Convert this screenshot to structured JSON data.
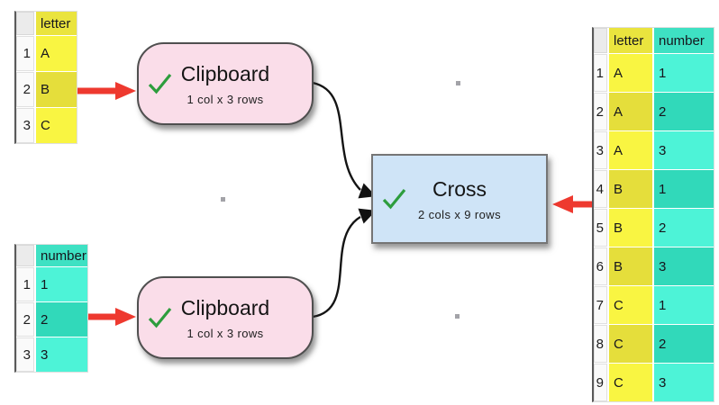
{
  "tables": {
    "letter_input": {
      "headers": [
        "letter"
      ],
      "row_numbers": [
        "1",
        "2",
        "3"
      ],
      "rows": [
        [
          "A"
        ],
        [
          "B"
        ],
        [
          "C"
        ]
      ]
    },
    "number_input": {
      "headers": [
        "number"
      ],
      "row_numbers": [
        "1",
        "2",
        "3"
      ],
      "rows": [
        [
          "1"
        ],
        [
          "2"
        ],
        [
          "3"
        ]
      ]
    },
    "result": {
      "headers": [
        "letter",
        "number"
      ],
      "row_numbers": [
        "1",
        "2",
        "3",
        "4",
        "5",
        "6",
        "7",
        "8",
        "9"
      ],
      "rows": [
        [
          "A",
          "1"
        ],
        [
          "A",
          "2"
        ],
        [
          "A",
          "3"
        ],
        [
          "B",
          "1"
        ],
        [
          "B",
          "2"
        ],
        [
          "B",
          "3"
        ],
        [
          "C",
          "1"
        ],
        [
          "C",
          "2"
        ],
        [
          "C",
          "3"
        ]
      ]
    }
  },
  "nodes": {
    "clipboard_top": {
      "title": "Clipboard",
      "subtitle": "1 col x 3 rows",
      "status_icon": "checkmark-icon"
    },
    "clipboard_bottom": {
      "title": "Clipboard",
      "subtitle": "1 col x 3 rows",
      "status_icon": "checkmark-icon"
    },
    "cross": {
      "title": "Cross",
      "subtitle": "2 cols x 9 rows",
      "status_icon": "checkmark-icon"
    }
  },
  "colors": {
    "letter_header": "#eae43e",
    "letter_column": "#f9f542",
    "letter_column_alt": "#e5de3b",
    "number_header": "#3ee1c3",
    "number_column": "#4df3d7",
    "number_column_alt": "#31d9ba",
    "clipboard_node_fill": "#fadde9",
    "cross_node_fill": "#cfe4f7",
    "connector": "#141414",
    "highlight_arrow": "#ee392f",
    "checkmark": "#2d9d3d"
  }
}
